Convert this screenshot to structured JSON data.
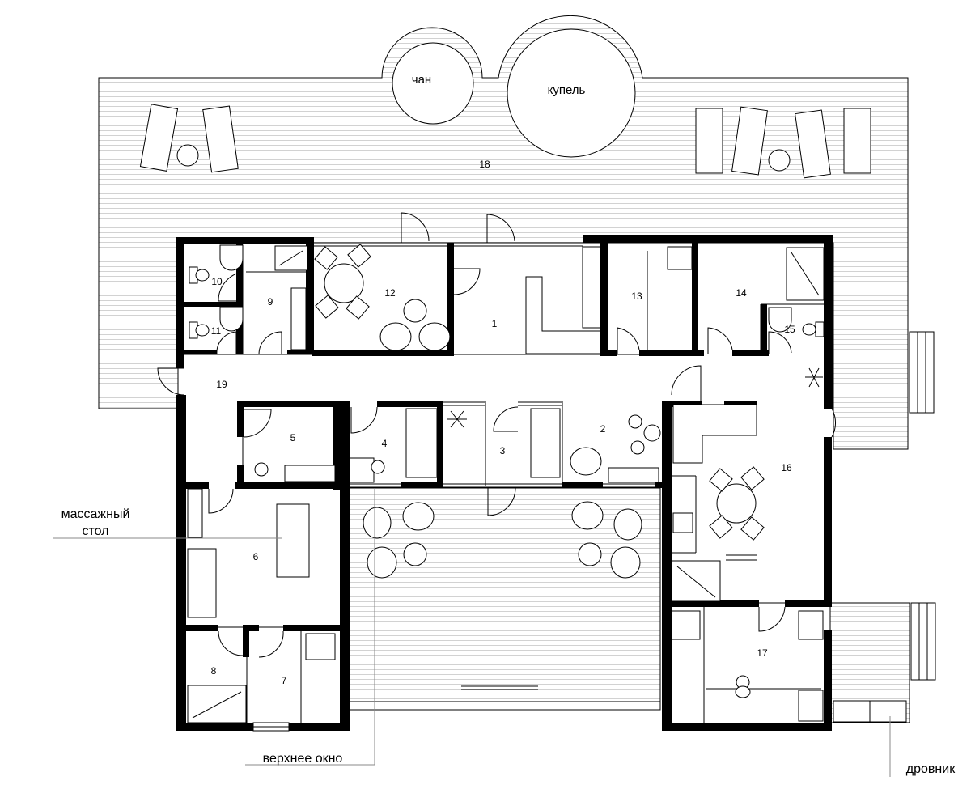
{
  "rooms": {
    "r1": "1",
    "r2": "2",
    "r3": "3",
    "r4": "4",
    "r5": "5",
    "r6": "6",
    "r7": "7",
    "r8": "8",
    "r9": "9",
    "r10": "10",
    "r11": "11",
    "r12": "12",
    "r13": "13",
    "r14": "14",
    "r15": "15",
    "r16": "16",
    "r17": "17",
    "r18": "18",
    "r19": "19"
  },
  "features": {
    "vat": "чан",
    "plunge_pool": "купель"
  },
  "callouts": {
    "massage_line1": "массажный",
    "massage_line2": "стол",
    "top_window": "верхнее окно",
    "woodshed": "дровник"
  }
}
